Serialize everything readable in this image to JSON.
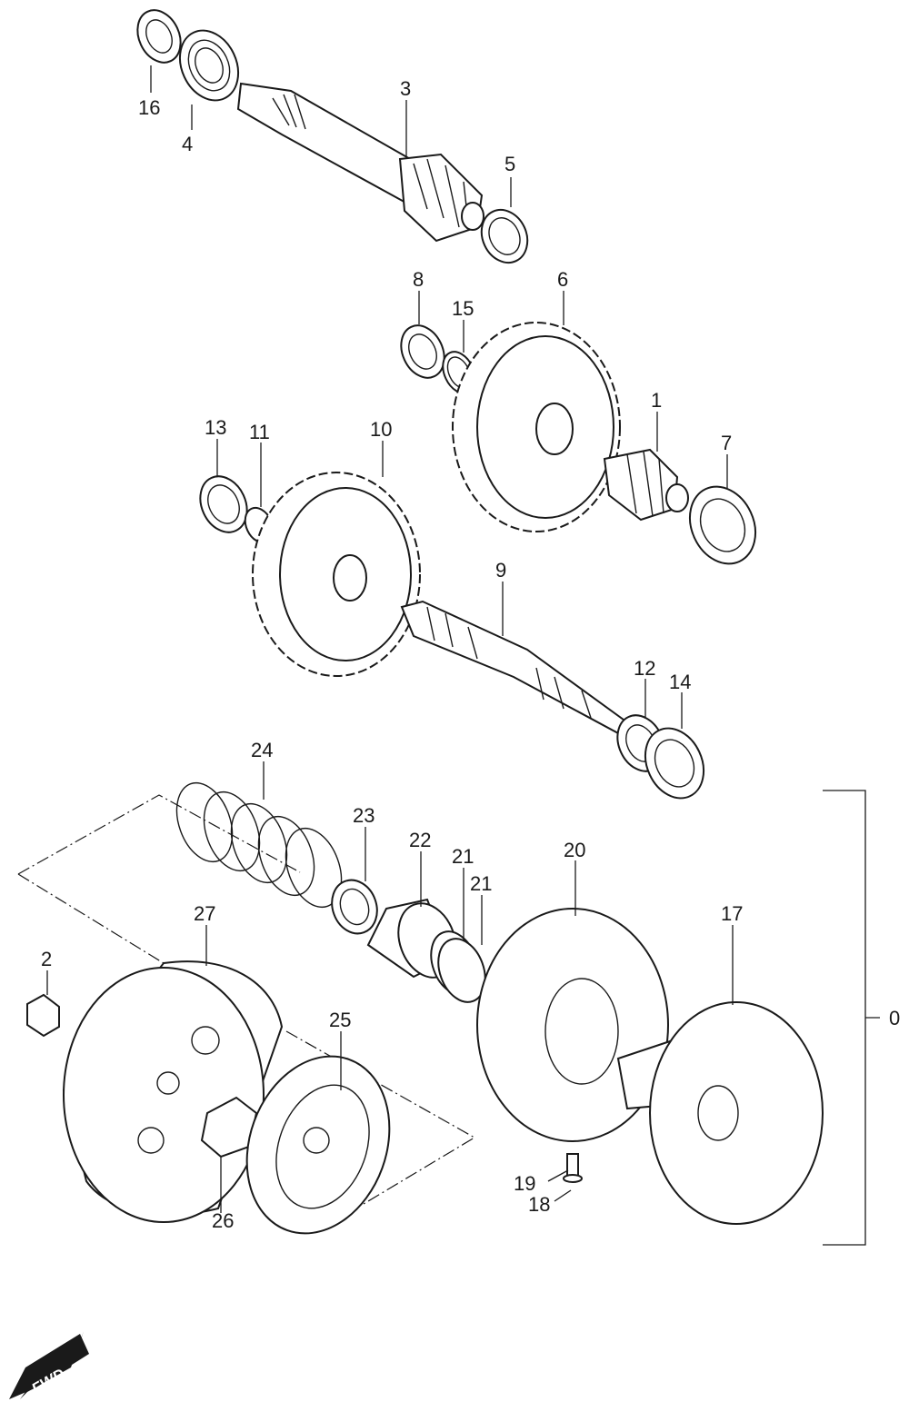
{
  "labels": {
    "p0": "0",
    "p1": "1",
    "p2": "2",
    "p3": "3",
    "p4": "4",
    "p5": "5",
    "p6": "6",
    "p7": "7",
    "p8": "8",
    "p9": "9",
    "p10": "10",
    "p11": "11",
    "p12": "12",
    "p13": "13",
    "p14": "14",
    "p15": "15",
    "p16": "16",
    "p17": "17",
    "p18": "18",
    "p19": "19",
    "p20": "20",
    "p21a": "21",
    "p21b": "21",
    "p22": "22",
    "p23": "23",
    "p24": "24",
    "p25": "25",
    "p26": "26",
    "p27": "27"
  },
  "fwd_label": "FWD",
  "icons": {
    "fwd": "fwd-arrow-icon"
  }
}
